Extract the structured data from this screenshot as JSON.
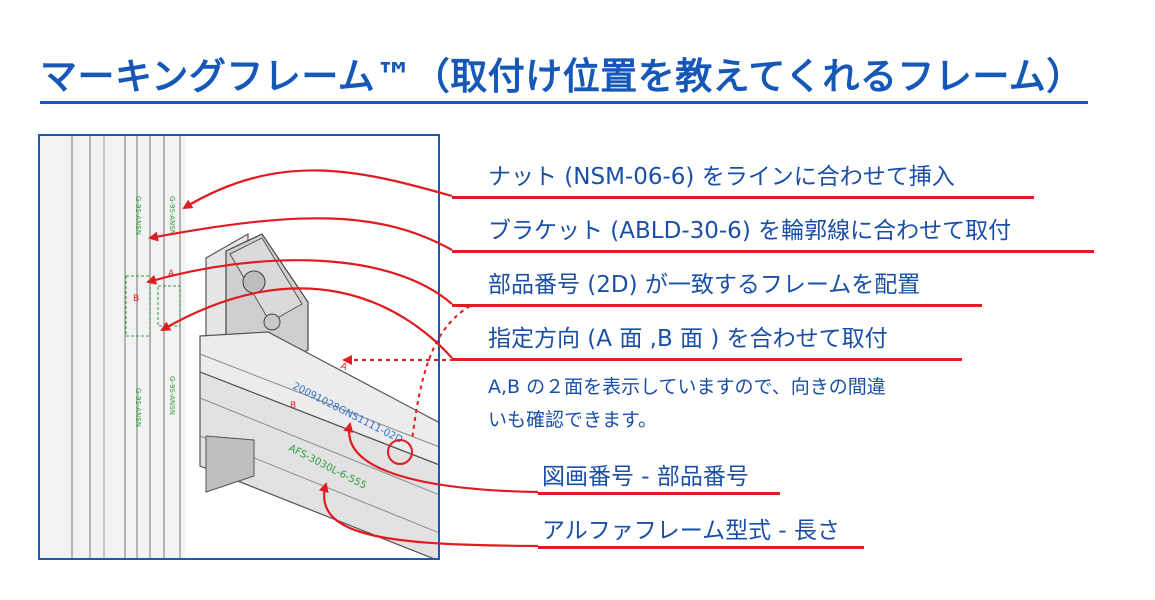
{
  "title": "マーキングフレーム™（取付け位置を教えてくれるフレーム）",
  "callouts": {
    "nut": "ナット (NSM-06-6) をラインに合わせて挿入",
    "bracket": "ブラケット (ABLD-30-6) を輪郭線に合わせて取付",
    "part_no": "部品番号 (2D) が一致するフレームを配置",
    "direction": "指定方向 (A 面 ,B 面 ) を合わせて取付",
    "drawing_no": "図画番号 - 部品番号",
    "alpha_frame": "アルファフレーム型式 - 長さ"
  },
  "note": "A,B の２面を表示していますので、向きの間違\nいも確認できます。",
  "illustration": {
    "marking_code": "20091028GNS1111-02D",
    "frame_type": "AFS-3030L-6-555",
    "face_a": "A",
    "face_b": "B",
    "col_mark_1": "G-9S-ANSN",
    "col_mark_2": "G-9S-ANSN",
    "col_mark_3": "G-9S-ANSN",
    "col_mark_4": "G-9S-ANSN",
    "col_face_a": "A",
    "col_face_b": "B"
  },
  "colors": {
    "title": "#1658b8",
    "callout_text": "#1a4fa8",
    "underline": "#e11b22",
    "arrow": "#e11b22",
    "marking_blue": "#2f6fd0",
    "marking_green": "#2e9a3e"
  }
}
